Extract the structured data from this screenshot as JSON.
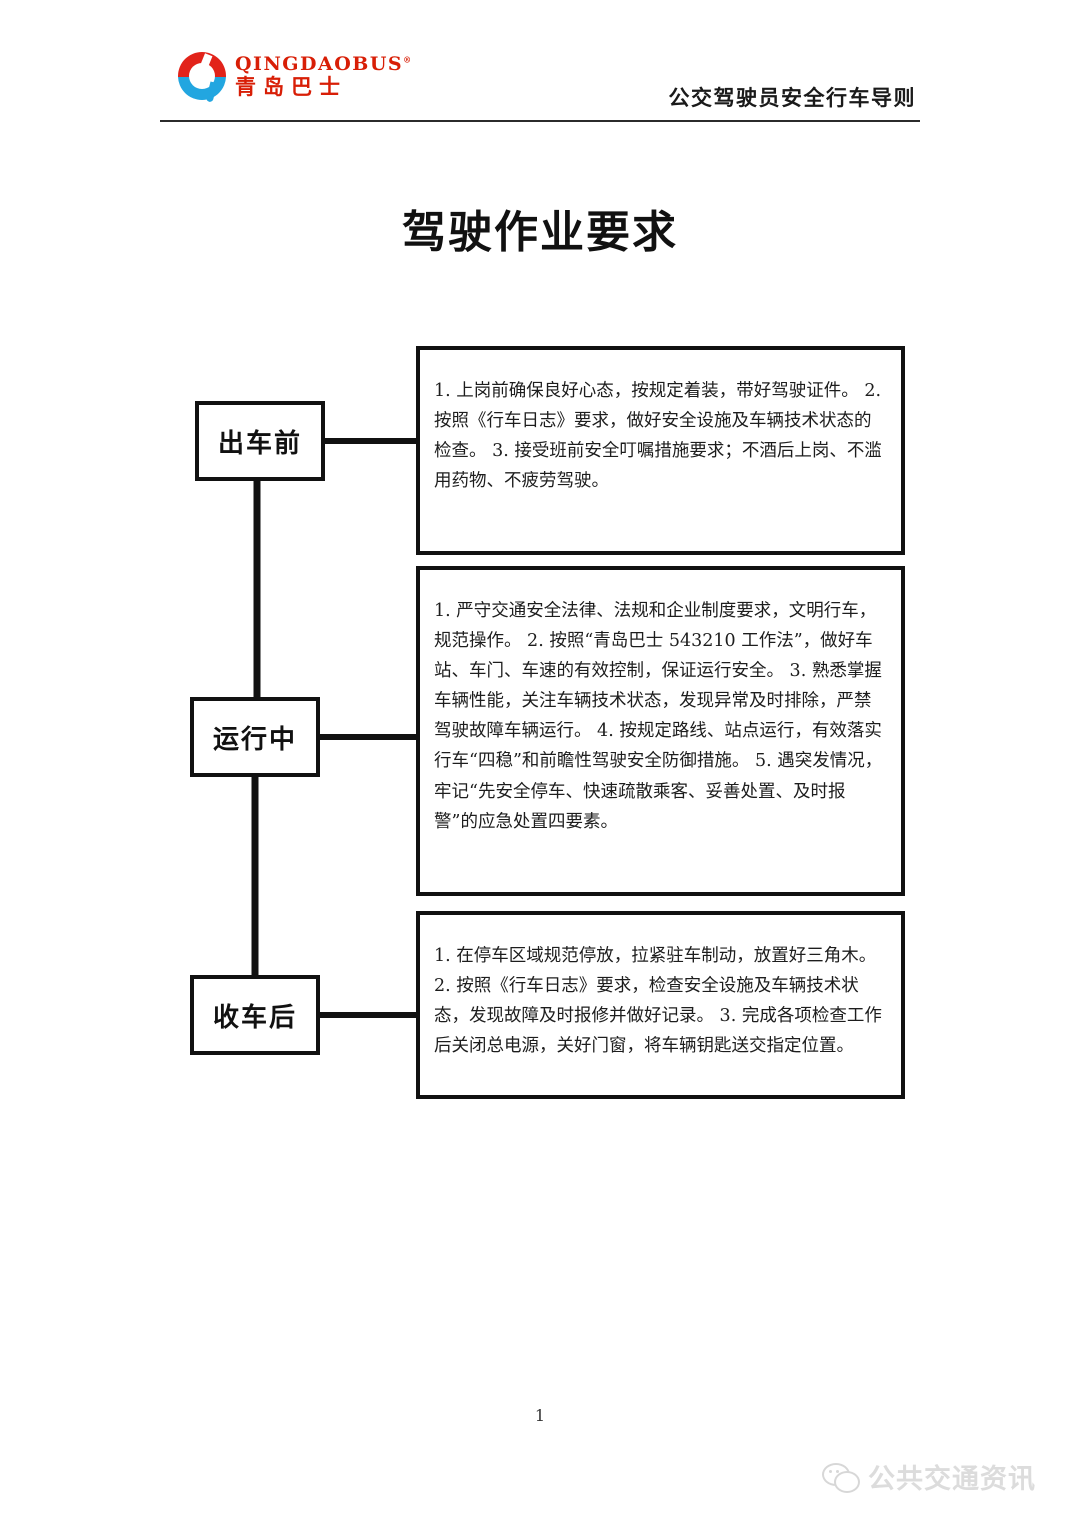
{
  "header": {
    "logo_en": "QINGDAOBUS",
    "logo_reg": "®",
    "logo_cn": "青岛巴士",
    "title": "公交驾驶员安全行车导则"
  },
  "doc": {
    "title": "驾驶作业要求",
    "page_number": "1"
  },
  "flow": {
    "stages": [
      {
        "label": "出车前",
        "content": "1. 上岗前确保良好心态，按规定着装，带好驾驶证件。\n2. 按照《行车日志》要求，做好安全设施及车辆技术状态的检查。\n3. 接受班前安全叮嘱措施要求；不酒后上岗、不滥用药物、不疲劳驾驶。"
      },
      {
        "label": "运行中",
        "content": "1. 严守交通安全法律、法规和企业制度要求，文明行车，规范操作。\n2. 按照“青岛巴士 543210 工作法”，做好车站、车门、车速的有效控制，保证运行安全。\n3. 熟悉掌握车辆性能，关注车辆技术状态，发现异常及时排除，严禁驾驶故障车辆运行。\n4. 按规定路线、站点运行，有效落实行车“四稳”和前瞻性驾驶安全防御措施。\n5. 遇突发情况，牢记“先安全停车、快速疏散乘客、妥善处置、及时报警”的应急处置四要素。"
      },
      {
        "label": "收车后",
        "content": "1. 在停车区域规范停放，拉紧驻车制动，放置好三角木。\n2. 按照《行车日志》要求，检查安全设施及车辆技术状态，发现故障及时报修并做好记录。\n3. 完成各项检查工作后关闭总电源，关好门窗，将车辆钥匙送交指定位置。"
      }
    ]
  },
  "watermark": {
    "text": "公共交通资讯"
  },
  "colors": {
    "brand_red": "#d81e06",
    "brand_blue": "#22a6e0",
    "ink": "#111111"
  }
}
